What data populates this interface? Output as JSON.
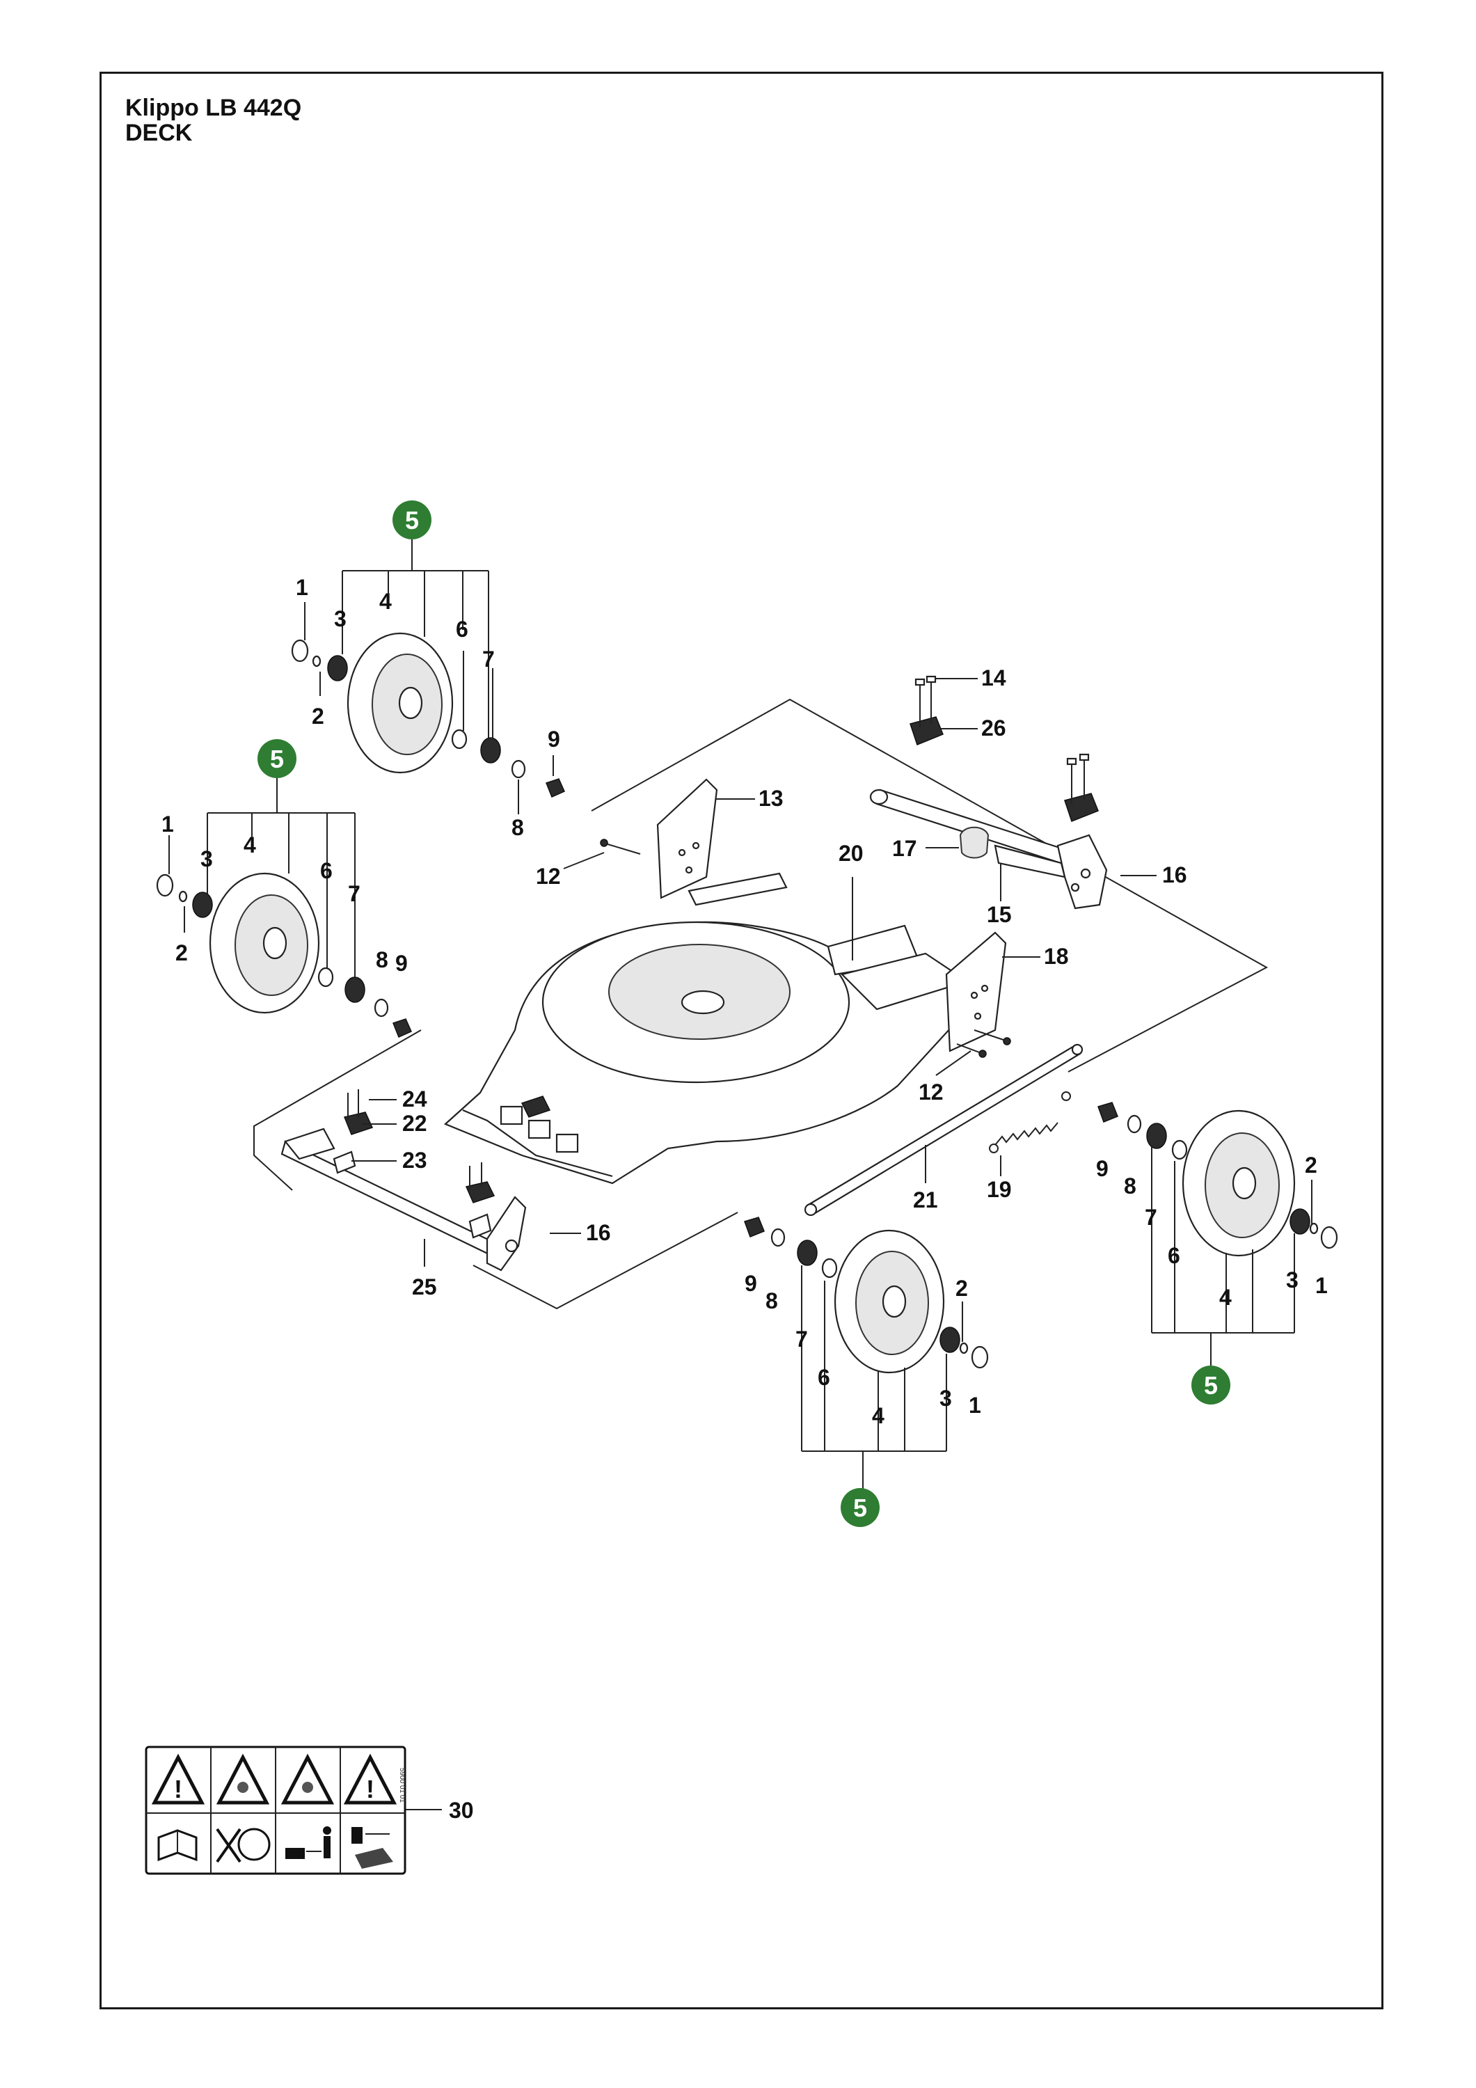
{
  "header": {
    "title": "Klippo LB 442Q",
    "subtitle": "DECK"
  },
  "colors": {
    "badge": "#2e7d32",
    "line": "#222222",
    "frame": "#1a1a1a"
  },
  "badge_label": "5",
  "labels": {
    "n1": "1",
    "n2": "2",
    "n3": "3",
    "n4": "4",
    "n5": "5",
    "n6": "6",
    "n7": "7",
    "n8": "8",
    "n9": "9",
    "n12": "12",
    "n13": "13",
    "n14": "14",
    "n15": "15",
    "n16": "16",
    "n17": "17",
    "n18": "18",
    "n19": "19",
    "n20": "20",
    "n21": "21",
    "n22": "22",
    "n23": "23",
    "n24": "24",
    "n25": "25",
    "n26": "26",
    "n30": "30"
  },
  "icons": [
    "warning-triangle-icon",
    "manual-book-icon",
    "no-hands-under-deck-icon",
    "keep-distance-icon",
    "disconnect-before-service-icon"
  ]
}
